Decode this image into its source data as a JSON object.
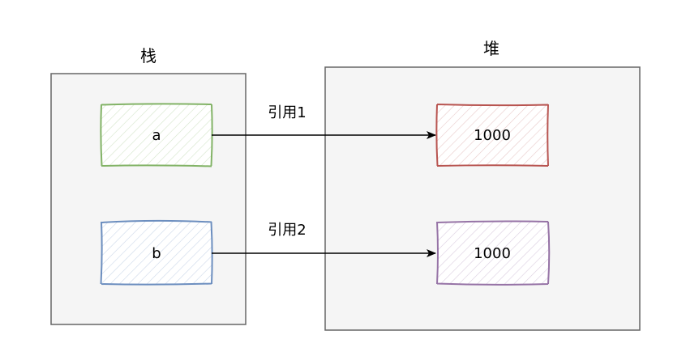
{
  "stack": {
    "title": "栈",
    "var_a": "a",
    "var_b": "b"
  },
  "heap": {
    "title": "堆",
    "obj_1": "1000",
    "obj_2": "1000"
  },
  "edges": {
    "ref_1": "引用1",
    "ref_2": "引用2"
  },
  "colors": {
    "container_fill": "#f5f5f5",
    "container_stroke": "#666666",
    "green_stroke": "#82b366",
    "green_fill": "#d5e8d4",
    "blue_stroke": "#6c8ebf",
    "blue_fill": "#dae8fc",
    "red_stroke": "#b85450",
    "red_fill": "#f8cecc",
    "purple_stroke": "#9673a6",
    "purple_fill": "#e1d5e7",
    "arrow": "#000000"
  }
}
